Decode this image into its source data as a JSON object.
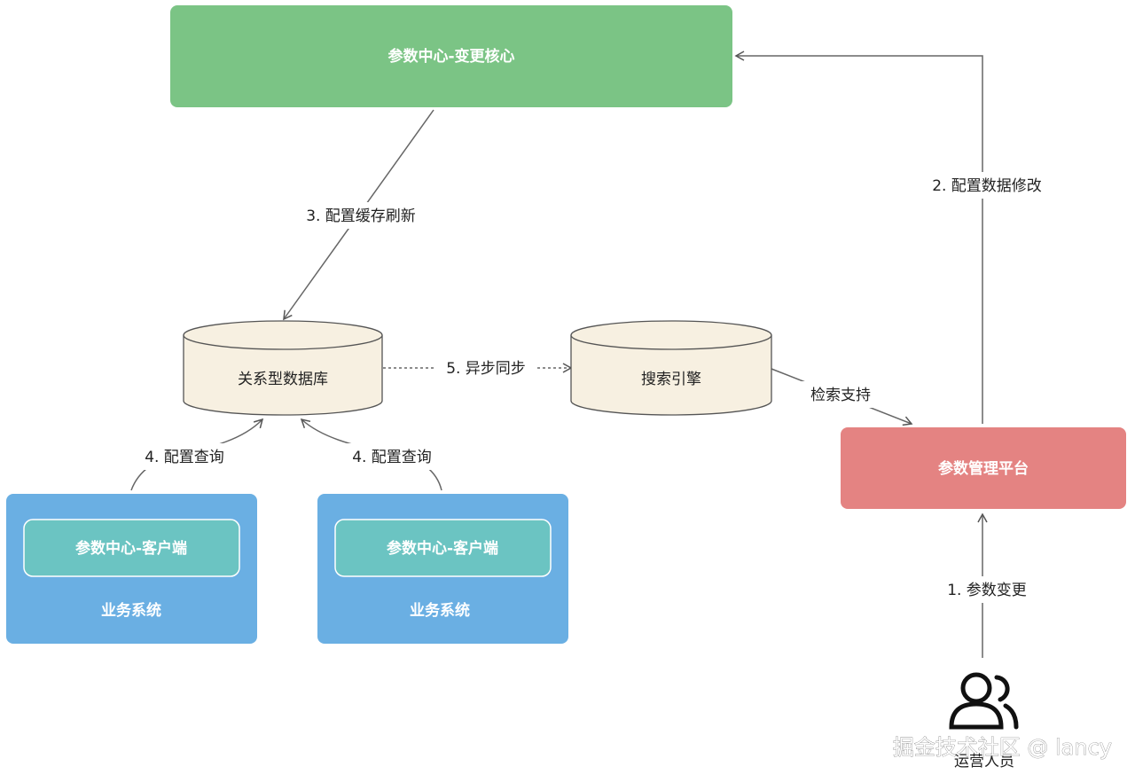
{
  "nodes": {
    "core": {
      "label": "参数中心-变更核心",
      "color": "#7bc485"
    },
    "db": {
      "label": "关系型数据库",
      "color": "#f7f0e1"
    },
    "search": {
      "label": "搜索引擎",
      "color": "#f7f0e1"
    },
    "platform": {
      "label": "参数管理平台",
      "color": "#e48382"
    },
    "system1": {
      "label": "业务系统",
      "color": "#6aafe3",
      "client": "参数中心-客户端"
    },
    "system2": {
      "label": "业务系统",
      "color": "#6aafe3",
      "client": "参数中心-客户端"
    },
    "client_color": "#6bc4c2",
    "operator": {
      "label": "运营人员",
      "icon": "user-group-icon"
    }
  },
  "edges": {
    "param_change": "1. 参数变更",
    "config_modify": "2. 配置数据修改",
    "cache_refresh": "3. 配置缓存刷新",
    "query_1": "4. 配置查询",
    "query_2": "4. 配置查询",
    "async_sync": "5. 异步同步",
    "retrieval": "检索支持"
  },
  "watermark": "掘金技术社区 @ lancy"
}
